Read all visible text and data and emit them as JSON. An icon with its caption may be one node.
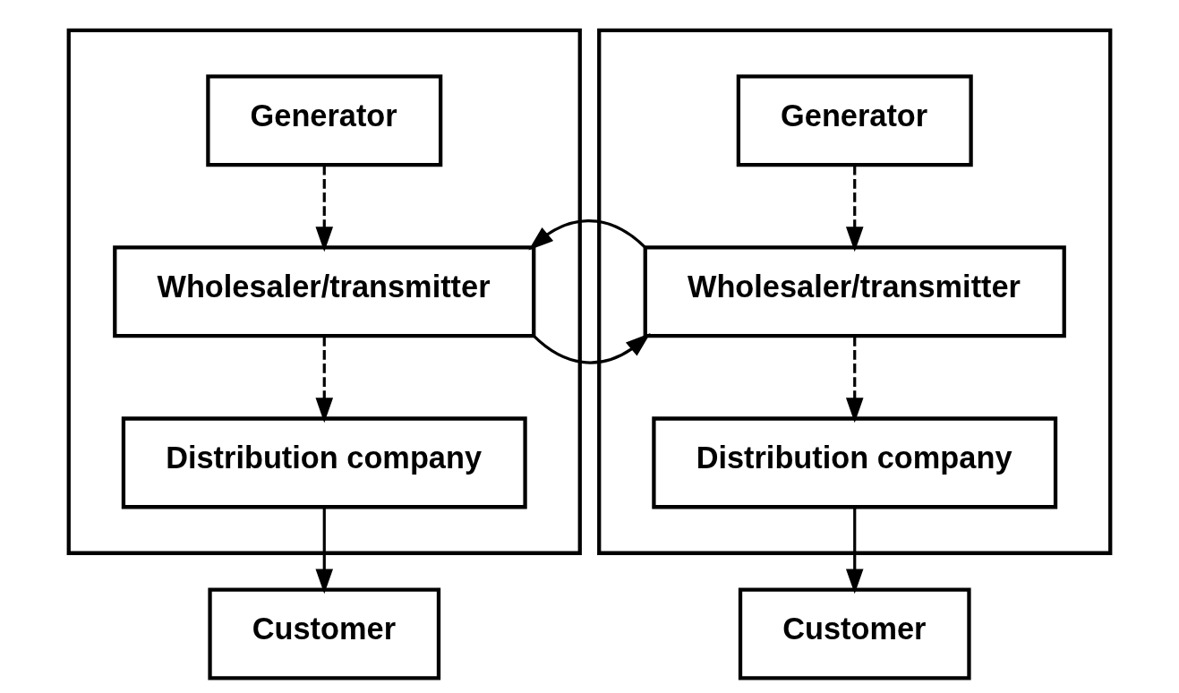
{
  "diagram": {
    "nodes": [
      {
        "text": [],
        "shape": "box"
      },
      {
        "text": [
          "Generator"
        ],
        "in": 0
      },
      {
        "text": [
          "Wholesaler/transmitter"
        ],
        "in": 0
      },
      {
        "text": [
          "Distribution company"
        ],
        "in": 0
      },
      {
        "text": [
          "Customer"
        ]
      },
      {
        "text": [],
        "shape": "box"
      },
      {
        "text": [
          "Generator"
        ],
        "in": 5
      },
      {
        "text": [
          "Wholesaler/transmitter"
        ],
        "in": 5
      },
      {
        "text": [
          "Distribution company"
        ],
        "in": 5
      },
      {
        "text": [
          "Customer"
        ]
      }
    ],
    "edges": [
      {
        "from": 1,
        "to": 2,
        "arrow": "to",
        "style": "dashed"
      },
      {
        "from": 2,
        "to": 3,
        "arrow": "to",
        "style": "dashed"
      },
      {
        "from": 3,
        "to": 4,
        "arrow": "to"
      },
      {
        "from": 7,
        "to": 2,
        "arrow": "to"
      },
      {
        "from": 2,
        "to": 7,
        "arrow": "to"
      },
      {
        "from": 6,
        "to": 7,
        "arrow": "to",
        "style": "dashed"
      },
      {
        "from": 7,
        "to": 8,
        "arrow": "to",
        "style": "dashed"
      },
      {
        "from": 8,
        "to": 9,
        "arrow": "to"
      }
    ]
  }
}
